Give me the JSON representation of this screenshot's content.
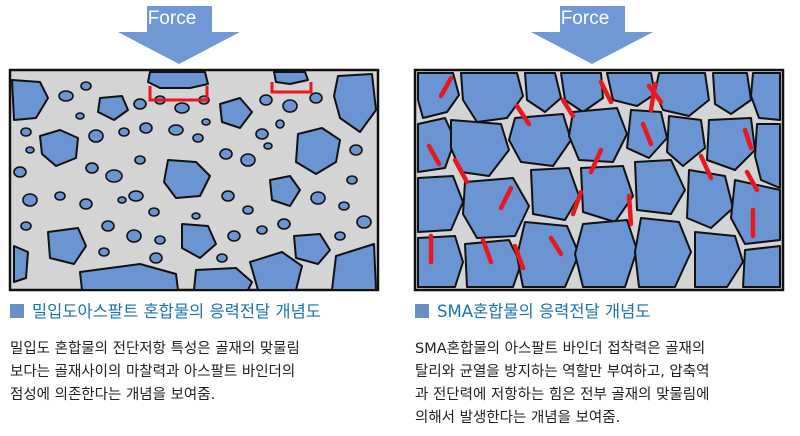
{
  "left": {
    "force_label": "Force",
    "title": "밀입도아스팔트 혼합물의 응력전달 개념도",
    "description": [
      "밀입도 혼합물의 전단저항 특성은 골재의 맞물림",
      "보다는 골재사이의 마찰력과 아스팔트 바인더의",
      "점성에 의존한다는 개념을 보여줌."
    ]
  },
  "right": {
    "force_label": "Force",
    "title": "SMA혼합물의 응력전달 개념도",
    "description": [
      "SMA혼합물의 아스팔트 바인더 접착력은 골재의",
      "탈리와 균열을 방지하는 역할만 부여하고, 압축역",
      "과 전단력에 저항하는 힘은 전부 골재의 맞물림에",
      "의해서 발생한다는 개념을 보여줌."
    ]
  },
  "colors": {
    "aggregate": "#6a95d2",
    "binder": "#d4d4d4",
    "arrow": "#6f98d4",
    "stress_marker": "#e8191e",
    "title_text": "#1a73b5"
  }
}
